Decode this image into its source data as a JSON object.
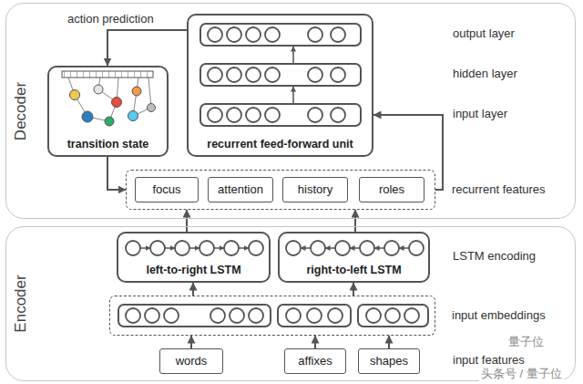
{
  "diagram": {
    "nodes": [
      {
        "text": [
          "Decoder"
        ]
      },
      {
        "text": [
          "transition state"
        ],
        "in": 0
      },
      {
        "text": [
          "recurrent feed-forward unit"
        ],
        "in": 0
      },
      {
        "text": [
          "recurrent features"
        ],
        "in": 0
      },
      {
        "text": [
          "focus"
        ],
        "in": 3
      },
      {
        "text": [
          "attention"
        ],
        "in": 3
      },
      {
        "text": [
          "history"
        ],
        "in": 3
      },
      {
        "text": [
          "roles"
        ],
        "in": 3
      },
      {
        "text": [
          "Encoder"
        ]
      },
      {
        "text": [
          "left-to-right LSTM"
        ],
        "in": 8
      },
      {
        "text": [
          "right-to-left LSTM"
        ],
        "in": 8
      },
      {
        "text": [
          "input embeddings"
        ],
        "in": 8
      },
      {
        "text": [
          "words"
        ],
        "in": 8
      },
      {
        "text": [
          "affixes"
        ],
        "in": 8
      },
      {
        "text": [
          "shapes"
        ],
        "in": 8
      }
    ],
    "edges": [
      {
        "from": 2,
        "to": 1,
        "arrow": "to",
        "label": "action prediction"
      },
      {
        "from": 1,
        "to": 3,
        "arrow": "to"
      },
      {
        "from": 3,
        "to": 2,
        "arrow": "to"
      },
      {
        "from": 9,
        "to": 3,
        "arrow": "to"
      },
      {
        "from": 10,
        "to": 3,
        "arrow": "to"
      },
      {
        "from": 11,
        "to": 9,
        "arrow": "to"
      },
      {
        "from": 11,
        "to": 10,
        "arrow": "to"
      },
      {
        "from": 12,
        "to": 11,
        "arrow": "to"
      },
      {
        "from": 13,
        "to": 11,
        "arrow": "to"
      },
      {
        "from": 14,
        "to": 11,
        "arrow": "to"
      }
    ],
    "labels": [
      "output layer",
      "hidden layer",
      "input layer",
      "LSTM encoding",
      "input features",
      "量子位",
      "头条号 / 量子位"
    ]
  }
}
